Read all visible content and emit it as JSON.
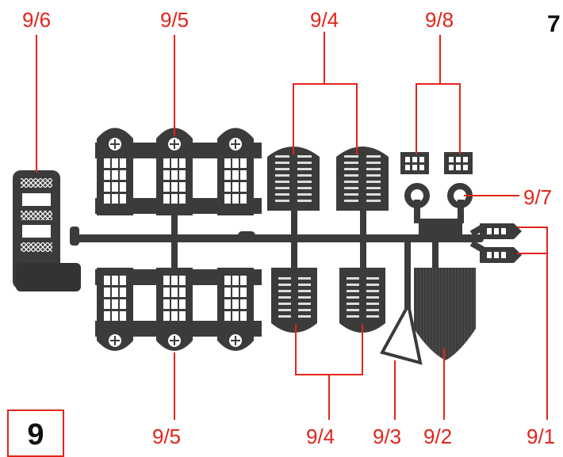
{
  "page_number": "7",
  "sprue_number": "9",
  "colors": {
    "callout": "#e3241b",
    "part": "#3b3b3b",
    "part_light": "#ffffff"
  },
  "labels": {
    "p96": "9/6",
    "p95_top": "9/5",
    "p94_top": "9/4",
    "p98": "9/8",
    "p97": "9/7",
    "p95_bottom": "9/5",
    "p94_bottom": "9/4",
    "p93": "9/3",
    "p92": "9/2",
    "p91": "9/1"
  }
}
